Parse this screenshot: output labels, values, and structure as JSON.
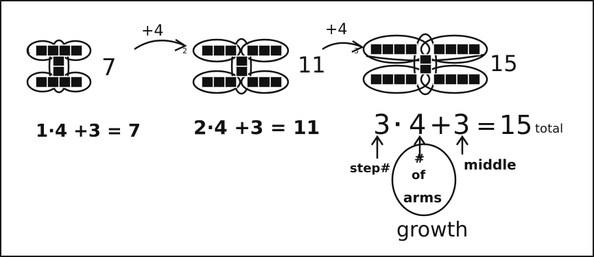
{
  "stages": [
    {
      "index_label": "1",
      "total": "7",
      "equation": "1·4 +3 = 7"
    },
    {
      "index_label": "2",
      "total": "11",
      "equation": "2·4 +3 = 11"
    },
    {
      "index_label": "3",
      "total": "15",
      "equation_parts": [
        "3",
        "·",
        "4",
        "+",
        "3",
        "=",
        "15"
      ],
      "equation_suffix": "total"
    }
  ],
  "transitions": [
    {
      "label": "+4"
    },
    {
      "label": "+4"
    }
  ],
  "annotations": {
    "step": "step#",
    "arms_line1": "#",
    "arms_line2": "of",
    "arms_line3": "arms",
    "middle": "middle",
    "growth": "growth"
  },
  "colors": {
    "ink": "#111111",
    "background": "#ffffff"
  }
}
